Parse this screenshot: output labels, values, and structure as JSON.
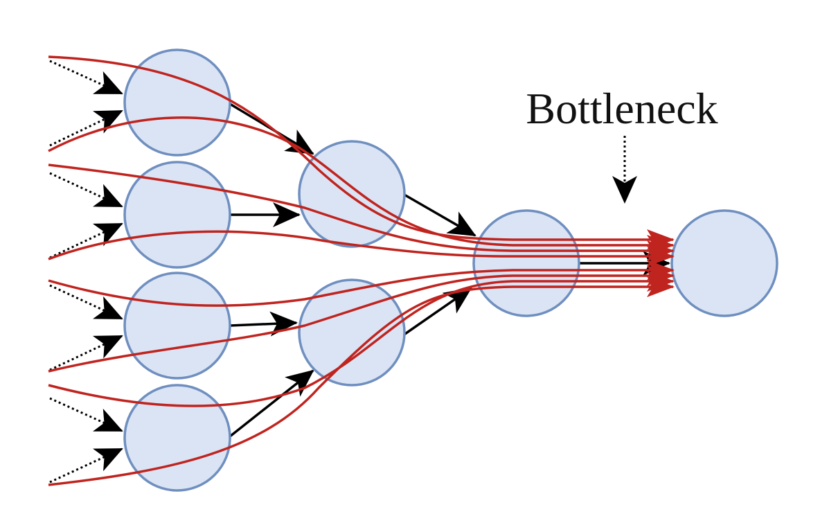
{
  "annotation": {
    "text": "Bottleneck"
  },
  "colors": {
    "node_fill": "#dae4f5",
    "node_stroke": "#6f8fbf",
    "edge": "#000000",
    "flow_path": "#c0241f",
    "background": "#ffffff"
  },
  "nodes": [
    {
      "id": "input-1",
      "layer": 0
    },
    {
      "id": "input-2",
      "layer": 0
    },
    {
      "id": "input-3",
      "layer": 0
    },
    {
      "id": "input-4",
      "layer": 0
    },
    {
      "id": "hidden-1",
      "layer": 1
    },
    {
      "id": "hidden-2",
      "layer": 1
    },
    {
      "id": "hidden-3",
      "layer": 2
    },
    {
      "id": "output",
      "layer": 3
    }
  ],
  "edges": [
    {
      "from": "input-1",
      "to": "hidden-1"
    },
    {
      "from": "input-2",
      "to": "hidden-1"
    },
    {
      "from": "input-3",
      "to": "hidden-2"
    },
    {
      "from": "input-4",
      "to": "hidden-2"
    },
    {
      "from": "hidden-1",
      "to": "hidden-3"
    },
    {
      "from": "hidden-2",
      "to": "hidden-3"
    },
    {
      "from": "hidden-3",
      "to": "output"
    }
  ]
}
